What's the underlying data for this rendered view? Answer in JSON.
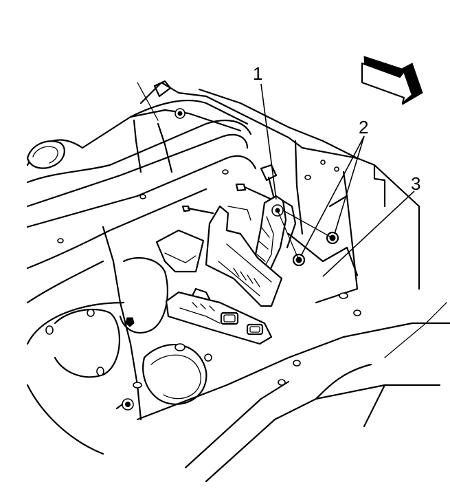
{
  "callouts": [
    {
      "label": "1"
    },
    {
      "label": "2"
    },
    {
      "label": "3"
    }
  ],
  "icons": {
    "direction": "front-direction-arrow-icon"
  },
  "colors": {
    "line": "#000000",
    "background": "#ffffff"
  }
}
